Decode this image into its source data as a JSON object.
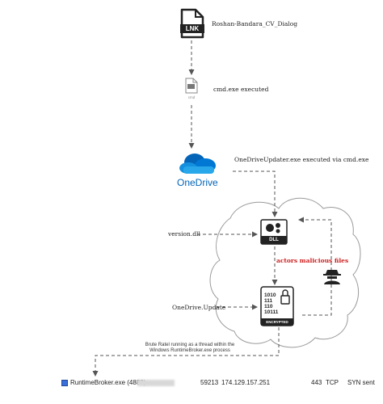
{
  "nodes": {
    "lnk": {
      "badge": "LNK",
      "label": "Roshan-Bandara_CV_Dialog"
    },
    "cmd": {
      "caption": "cmd",
      "label": "cmd.exe executed"
    },
    "onedrive": {
      "wordmark": "OneDrive",
      "label": "OneDriveUpdater.exe executed via cmd.exe",
      "color": "#0364b8"
    },
    "dll": {
      "badge": "DLL",
      "label": "version.dll"
    },
    "encrypted": {
      "bits": [
        "1010",
        "111",
        "110",
        "10111"
      ],
      "badge": "ENCRYPTED",
      "label": "OneDrive.Update"
    },
    "actors": {
      "label": "actors malicious files",
      "color": "#cc1f1f"
    },
    "brute": {
      "line1": "Brute Ratel running as a thread within the",
      "line2": "Windows RuntimeBroker.exe process"
    }
  },
  "process_row": {
    "name": "RuntimeBroker.exe (4880)",
    "port_local": "59213",
    "remote_ip": "174.129.157.251",
    "port_remote": "443",
    "protocol": "TCP",
    "state": "SYN sent"
  },
  "icons": [
    "lnk-file-icon",
    "cmd-file-icon",
    "onedrive-cloud-icon",
    "dll-icon",
    "encrypted-file-icon",
    "hacker-icon",
    "process-icon"
  ]
}
